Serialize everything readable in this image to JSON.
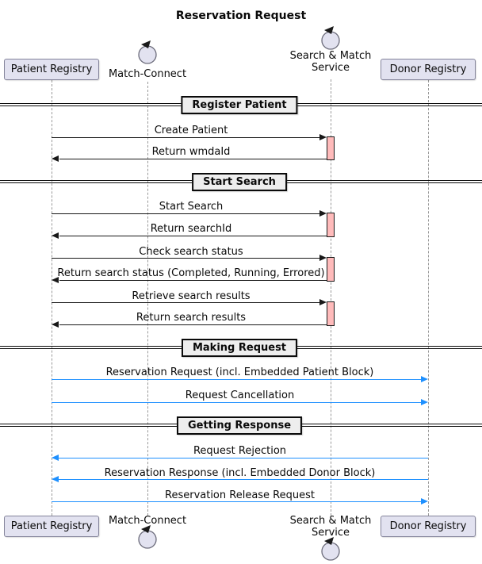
{
  "title": "Reservation Request",
  "participants": [
    {
      "name": "Patient Registry",
      "type": "participant"
    },
    {
      "name": "Match-Connect",
      "type": "control"
    },
    {
      "name": "Search & Match Service",
      "type": "control",
      "line1": "Search & Match",
      "line2": "Service"
    },
    {
      "name": "Donor Registry",
      "type": "participant"
    }
  ],
  "sections": [
    {
      "label": "Register Patient"
    },
    {
      "label": "Start Search"
    },
    {
      "label": "Making Request"
    },
    {
      "label": "Getting Response"
    }
  ],
  "messages": [
    {
      "label": "Create Patient",
      "from": "Patient Registry",
      "to": "Search & Match Service",
      "color": "black",
      "direction": "right"
    },
    {
      "label": "Return wmdaId",
      "from": "Search & Match Service",
      "to": "Patient Registry",
      "color": "black",
      "direction": "left"
    },
    {
      "label": "Start Search",
      "from": "Patient Registry",
      "to": "Search & Match Service",
      "color": "black",
      "direction": "right"
    },
    {
      "label": "Return searchId",
      "from": "Search & Match Service",
      "to": "Patient Registry",
      "color": "black",
      "direction": "left"
    },
    {
      "label": "Check search status",
      "from": "Patient Registry",
      "to": "Search & Match Service",
      "color": "black",
      "direction": "right"
    },
    {
      "label": "Return search status (Completed, Running, Errored)",
      "from": "Search & Match Service",
      "to": "Patient Registry",
      "color": "black",
      "direction": "left"
    },
    {
      "label": "Retrieve search results",
      "from": "Patient Registry",
      "to": "Search & Match Service",
      "color": "black",
      "direction": "right"
    },
    {
      "label": "Return search results",
      "from": "Search & Match Service",
      "to": "Patient Registry",
      "color": "black",
      "direction": "left"
    },
    {
      "label": "Reservation Request (incl. Embedded Patient Block)",
      "from": "Patient Registry",
      "to": "Donor Registry",
      "color": "blue",
      "direction": "right"
    },
    {
      "label": "Request Cancellation",
      "from": "Patient Registry",
      "to": "Donor Registry",
      "color": "blue",
      "direction": "right"
    },
    {
      "label": "Request Rejection",
      "from": "Donor Registry",
      "to": "Patient Registry",
      "color": "blue",
      "direction": "left"
    },
    {
      "label": "Reservation Response (incl. Embedded Donor Block)",
      "from": "Donor Registry",
      "to": "Patient Registry",
      "color": "blue",
      "direction": "left"
    },
    {
      "label": "Reservation Release Request",
      "from": "Patient Registry",
      "to": "Donor Registry",
      "color": "blue",
      "direction": "right"
    }
  ],
  "colors": {
    "participant_fill": "#E2E2F0",
    "participant_border": "#83839A",
    "activation_fill": "#FFBBBB",
    "activation_border": "#1B1B1B",
    "arrow_black": "#181818",
    "arrow_blue": "#1E90FF",
    "divider_fill": "#EEEEEE",
    "lifeline": "#999999"
  }
}
